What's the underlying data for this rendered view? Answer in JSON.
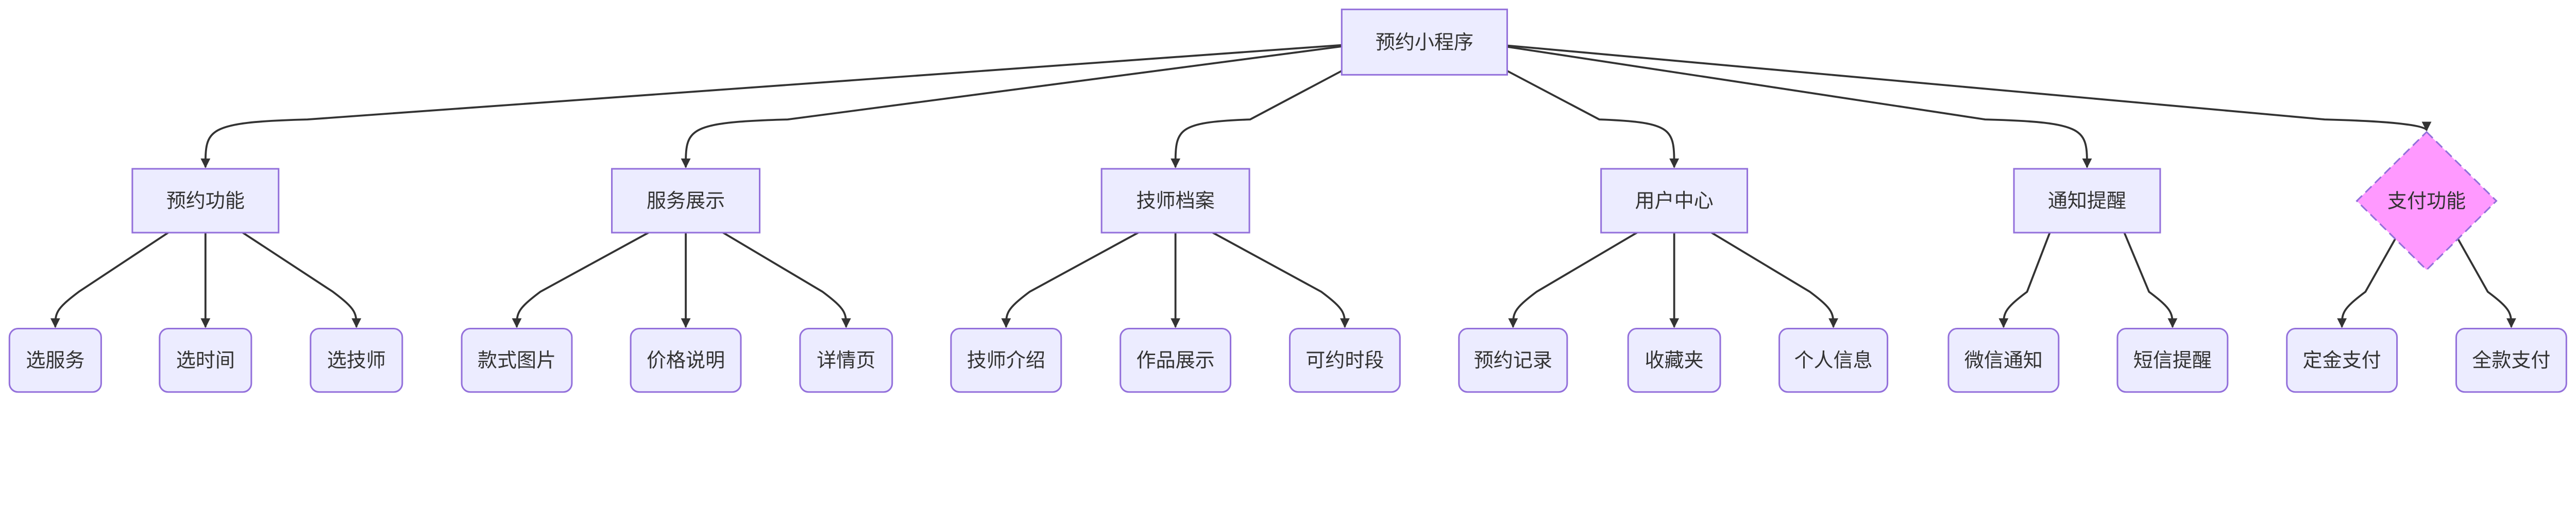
{
  "diagram": {
    "type": "flowchart-tree",
    "colors": {
      "node_fill": "#ECECFF",
      "node_stroke": "#9370DB",
      "decision_fill": "#FF99FF",
      "edge": "#333333",
      "text": "#333333"
    },
    "root": {
      "label": "预约小程序",
      "shape": "rect"
    },
    "branches": [
      {
        "label": "预约功能",
        "shape": "rect",
        "children": [
          "选服务",
          "选时间",
          "选技师"
        ]
      },
      {
        "label": "服务展示",
        "shape": "rect",
        "children": [
          "款式图片",
          "价格说明",
          "详情页"
        ]
      },
      {
        "label": "技师档案",
        "shape": "rect",
        "children": [
          "技师介绍",
          "作品展示",
          "可约时段"
        ]
      },
      {
        "label": "用户中心",
        "shape": "rect",
        "children": [
          "预约记录",
          "收藏夹",
          "个人信息"
        ]
      },
      {
        "label": "通知提醒",
        "shape": "rect",
        "children": [
          "微信通知",
          "短信提醒"
        ]
      },
      {
        "label": "支付功能",
        "shape": "diamond-dashed",
        "children": [
          "定金支付",
          "全款支付"
        ]
      }
    ]
  }
}
